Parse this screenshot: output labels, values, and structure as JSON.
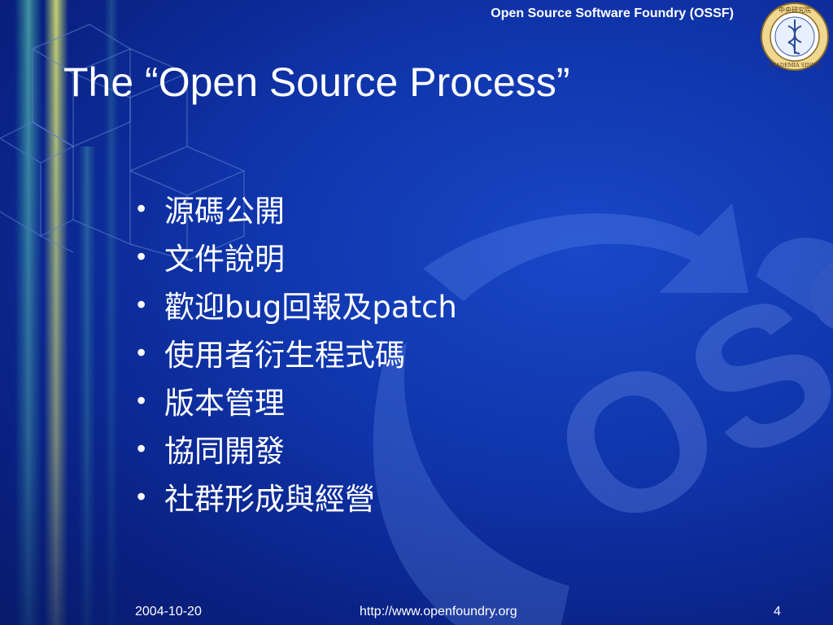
{
  "header": {
    "organization": "Open Source Software Foundry (OSSF)",
    "logo_text_top": "中央研究院",
    "logo_text_bottom": "ACADEMIA SINICA",
    "logo_icon": "academia-sinica-seal"
  },
  "slide": {
    "title": "The “Open Source Process”",
    "bullets": [
      "源碼公開",
      "文件說明",
      "歡迎bug回報及patch",
      "使用者衍生程式碼",
      "版本管理",
      "協同開發",
      "社群形成與經營"
    ],
    "watermark_text": "OSSF"
  },
  "footer": {
    "date": "2004-10-20",
    "url": "http://www.openfoundry.org",
    "page_number": "4"
  },
  "colors": {
    "background_center": "#1848c8",
    "background_edge": "#071a6a",
    "text": "#ffffff",
    "accent_glow": "#c8e85a"
  }
}
